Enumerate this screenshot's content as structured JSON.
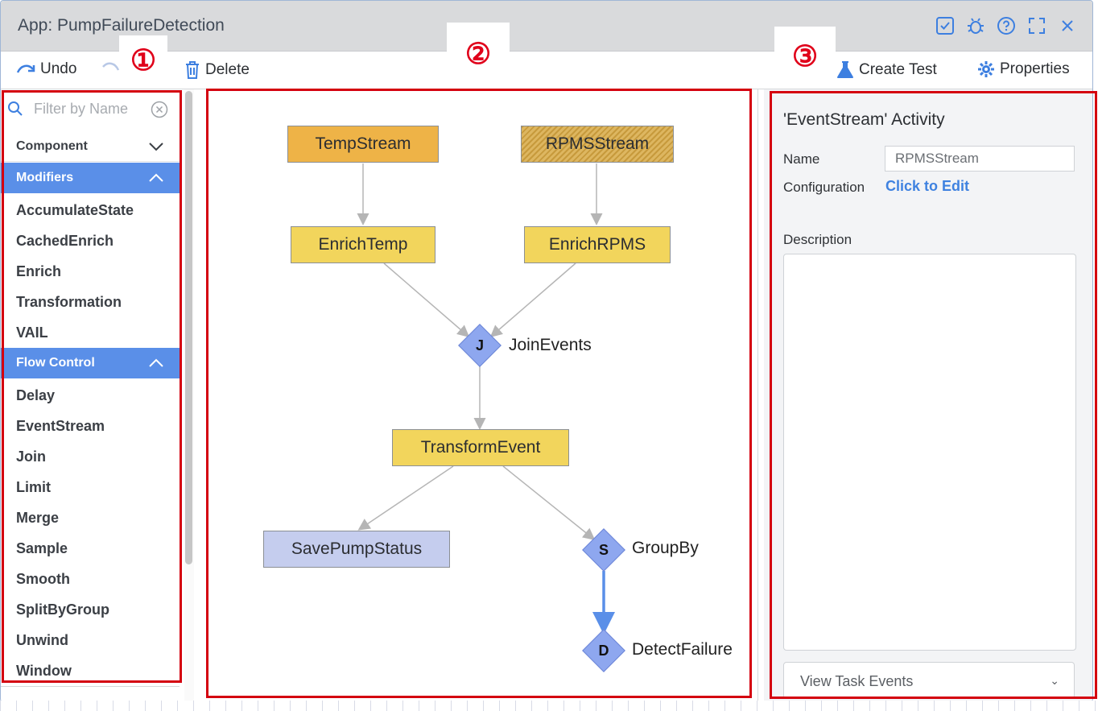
{
  "window": {
    "title": "App: PumpFailureDetection"
  },
  "toolbar": {
    "undo_label": "Undo",
    "delete_label": "Delete",
    "create_test_label": "Create Test",
    "properties_label": "Properties"
  },
  "palette": {
    "filter_placeholder": "Filter by Name",
    "sections": [
      {
        "label": "Component",
        "expanded": false
      },
      {
        "label": "Modifiers",
        "expanded": true,
        "items": [
          "AccumulateState",
          "CachedEnrich",
          "Enrich",
          "Transformation",
          "VAIL"
        ]
      },
      {
        "label": "Flow Control",
        "expanded": true,
        "items": [
          "Delay",
          "EventStream",
          "Join",
          "Limit",
          "Merge",
          "Sample",
          "Smooth",
          "SplitByGroup",
          "Unwind",
          "Window"
        ]
      }
    ]
  },
  "graph": {
    "nodes": {
      "temp_stream": "TempStream",
      "rpms_stream": "RPMSStream",
      "enrich_temp": "EnrichTemp",
      "enrich_rpms": "EnrichRPMS",
      "join_events": {
        "letter": "J",
        "label": "JoinEvents"
      },
      "transform_event": "TransformEvent",
      "save_pump_status": "SavePumpStatus",
      "group_by": {
        "letter": "S",
        "label": "GroupBy"
      },
      "detect_failure": {
        "letter": "D",
        "label": "DetectFailure"
      }
    }
  },
  "properties": {
    "heading": "'EventStream' Activity",
    "name_label": "Name",
    "name_value": "RPMSStream",
    "configuration_label": "Configuration",
    "configuration_link": "Click to Edit",
    "description_label": "Description",
    "view_task_events": "View Task Events"
  },
  "annotations": {
    "one": "①",
    "two": "②",
    "three": "③"
  },
  "colors": {
    "accent": "#5a8fe8",
    "annotation": "#d4000f"
  }
}
